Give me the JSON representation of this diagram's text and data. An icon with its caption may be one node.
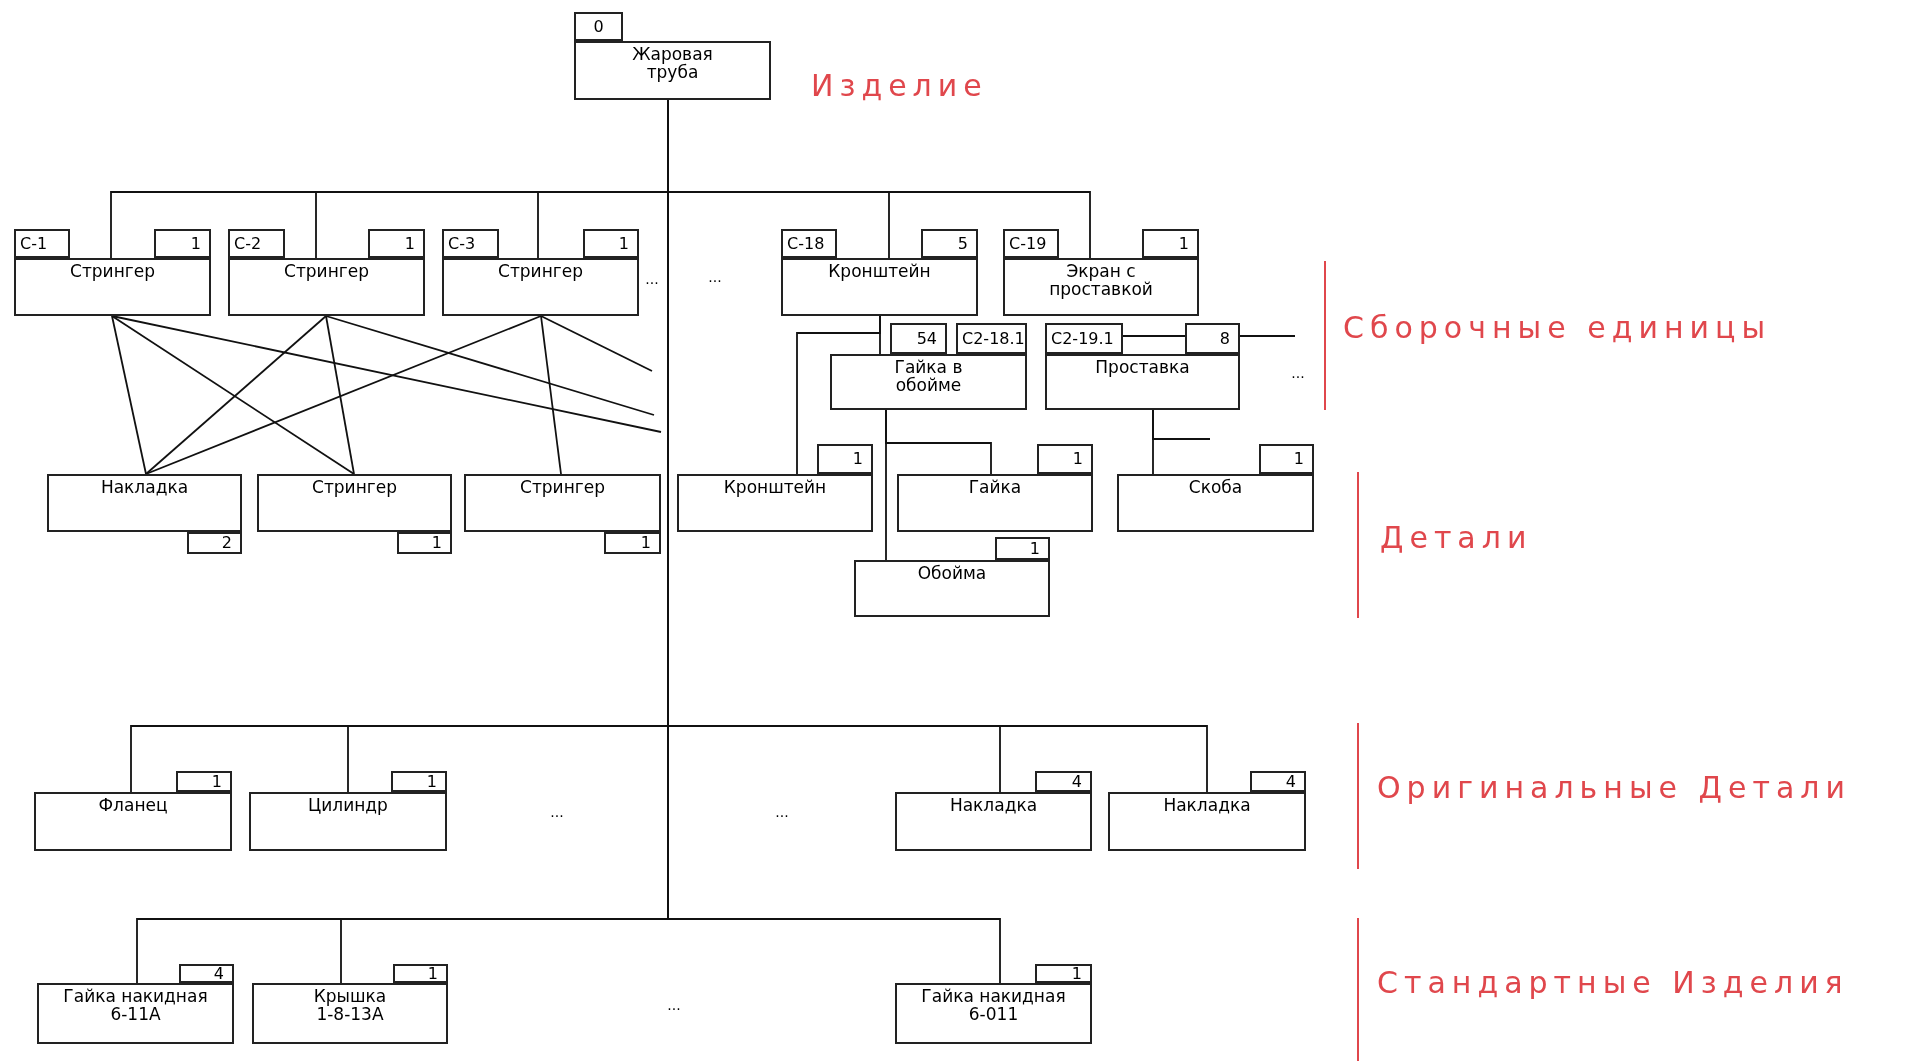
{
  "diagram": {
    "nodes": [
      {
        "text": [
          "0"
        ]
      },
      {
        "text": [
          "Жаровая труба"
        ]
      },
      {
        "text": [
          "С-1"
        ]
      },
      {
        "text": [
          "1"
        ]
      },
      {
        "text": [
          "Стрингер"
        ]
      },
      {
        "text": [
          "С-2"
        ]
      },
      {
        "text": [
          "1"
        ]
      },
      {
        "text": [
          "Стрингер"
        ]
      },
      {
        "text": [
          "С-3"
        ]
      },
      {
        "text": [
          "1"
        ]
      },
      {
        "text": [
          "Стрингер"
        ]
      },
      {
        "text": [
          "С-18"
        ]
      },
      {
        "text": [
          "5"
        ]
      },
      {
        "text": [
          "Кронштейн"
        ]
      },
      {
        "text": [
          "С-19"
        ]
      },
      {
        "text": [
          "1"
        ]
      },
      {
        "text": [
          "Экран с проставкой"
        ]
      },
      {
        "text": [
          "54"
        ]
      },
      {
        "text": [
          "С2-18.1"
        ]
      },
      {
        "text": [
          "Гайка в обойме"
        ]
      },
      {
        "text": [
          "С2-19.1"
        ]
      },
      {
        "text": [
          "8"
        ]
      },
      {
        "text": [
          "Проставка"
        ]
      },
      {
        "text": [
          "Накладка"
        ]
      },
      {
        "text": [
          "2"
        ]
      },
      {
        "text": [
          "Стрингер"
        ]
      },
      {
        "text": [
          "1"
        ]
      },
      {
        "text": [
          "Стрингер"
        ]
      },
      {
        "text": [
          "1"
        ]
      },
      {
        "text": [
          "1"
        ]
      },
      {
        "text": [
          "Кронштейн"
        ]
      },
      {
        "text": [
          "1"
        ]
      },
      {
        "text": [
          "Гайка"
        ]
      },
      {
        "text": [
          "1"
        ]
      },
      {
        "text": [
          "Скоба"
        ]
      },
      {
        "text": [
          "1"
        ]
      },
      {
        "text": [
          "Обойма"
        ]
      },
      {
        "text": [
          "1"
        ]
      },
      {
        "text": [
          "Фланец"
        ]
      },
      {
        "text": [
          "1"
        ]
      },
      {
        "text": [
          "Цилиндр"
        ]
      },
      {
        "text": [
          "4"
        ]
      },
      {
        "text": [
          "Накладка"
        ]
      },
      {
        "text": [
          "4"
        ]
      },
      {
        "text": [
          "Накладка"
        ]
      },
      {
        "text": [
          "4"
        ]
      },
      {
        "text": [
          "Гайка накидная 6-11А"
        ]
      },
      {
        "text": [
          "1"
        ]
      },
      {
        "text": [
          "Крышка 1-8-13А"
        ]
      },
      {
        "text": [
          "1"
        ]
      },
      {
        "text": [
          "Гайка накидная 6-011"
        ]
      }
    ],
    "edges": [
      {
        "from": 1,
        "to": 4,
        "arrow": "none"
      },
      {
        "from": 1,
        "to": 7,
        "arrow": "none"
      },
      {
        "from": 1,
        "to": 10,
        "arrow": "none"
      },
      {
        "from": 1,
        "to": 13,
        "arrow": "none"
      },
      {
        "from": 1,
        "to": 16,
        "arrow": "none"
      },
      {
        "from": 1,
        "to": 38,
        "arrow": "none"
      },
      {
        "from": 1,
        "to": 40,
        "arrow": "none"
      },
      {
        "from": 1,
        "to": 42,
        "arrow": "none"
      },
      {
        "from": 1,
        "to": 44,
        "arrow": "none"
      },
      {
        "from": 1,
        "to": 46,
        "arrow": "none"
      },
      {
        "from": 1,
        "to": 48,
        "arrow": "none"
      },
      {
        "from": 1,
        "to": 50,
        "arrow": "none"
      },
      {
        "from": 4,
        "to": 23,
        "arrow": "none"
      },
      {
        "from": 4,
        "to": 25,
        "arrow": "none"
      },
      {
        "from": 4,
        "to": null,
        "arrow": "none"
      },
      {
        "from": 7,
        "to": 23,
        "arrow": "none"
      },
      {
        "from": 7,
        "to": 25,
        "arrow": "none"
      },
      {
        "from": 7,
        "to": null,
        "arrow": "none"
      },
      {
        "from": 10,
        "to": 23,
        "arrow": "none"
      },
      {
        "from": 10,
        "to": 27,
        "arrow": "none"
      },
      {
        "from": 10,
        "to": null,
        "arrow": "none"
      },
      {
        "from": 13,
        "to": 19,
        "arrow": "none"
      },
      {
        "from": 13,
        "to": 30,
        "arrow": "none"
      },
      {
        "from": 19,
        "to": 32,
        "arrow": "none"
      },
      {
        "from": 19,
        "to": 36,
        "arrow": "none"
      },
      {
        "from": 22,
        "to": 34,
        "arrow": "none"
      },
      {
        "from": 22,
        "to": null,
        "arrow": "none"
      },
      {
        "from": 21,
        "to": null,
        "arrow": "none"
      },
      {
        "from": 20,
        "to": 21,
        "arrow": "none"
      }
    ],
    "labels": [
      "Изделие",
      "...",
      "...",
      "Сборочные единицы",
      "...",
      "Детали",
      "...",
      "...",
      "Оригинальные Детали",
      "...",
      "Стандартные Изделия"
    ]
  }
}
